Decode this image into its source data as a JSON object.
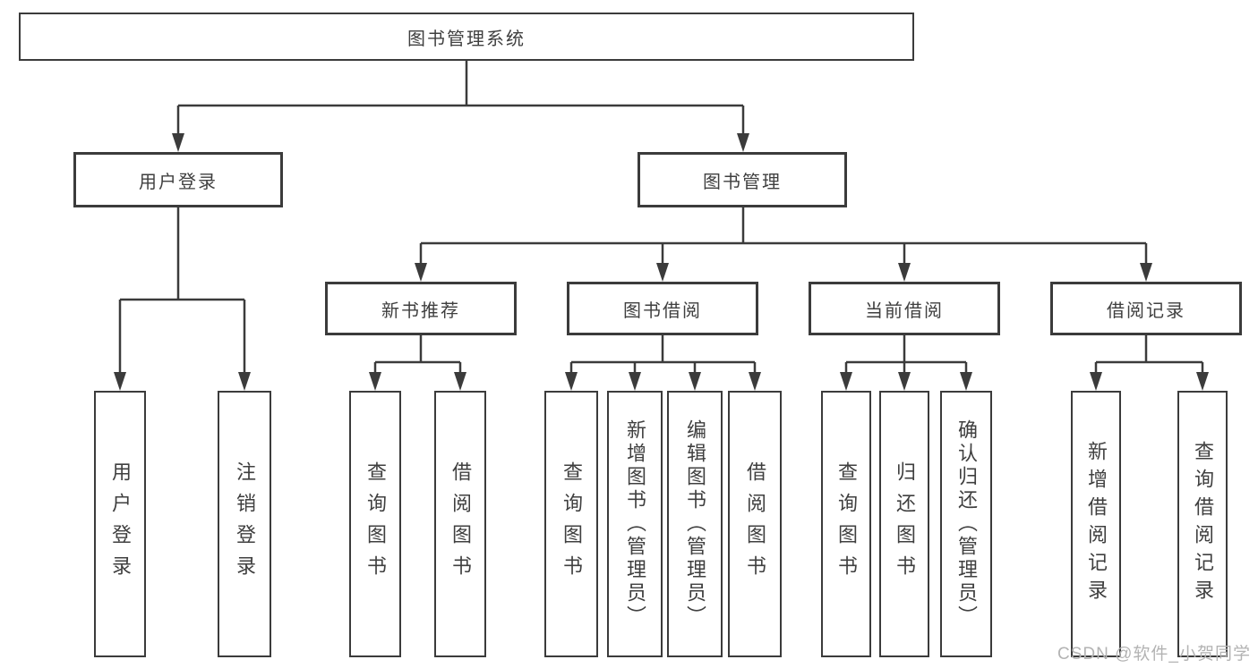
{
  "diagram": {
    "root": {
      "label": "图书管理系统"
    },
    "level2": [
      {
        "label": "用户登录"
      },
      {
        "label": "图书管理"
      }
    ],
    "level3": [
      {
        "label": "新书推荐"
      },
      {
        "label": "图书借阅"
      },
      {
        "label": "当前借阅"
      },
      {
        "label": "借阅记录"
      }
    ],
    "leaves": {
      "user_login": [
        {
          "label": "用户登录"
        },
        {
          "label": "注销登录"
        }
      ],
      "new_book": [
        {
          "label": "查询图书"
        },
        {
          "label": "借阅图书"
        }
      ],
      "book_borrow": [
        {
          "label": "查询图书"
        },
        {
          "label": "新增图书（管理员）"
        },
        {
          "label": "编辑图书（管理员）"
        },
        {
          "label": "借阅图书"
        }
      ],
      "current_borrow": [
        {
          "label": "查询图书"
        },
        {
          "label": "归还图书"
        },
        {
          "label": "确认归还（管理员）"
        }
      ],
      "borrow_records": [
        {
          "label": "新增借阅记录"
        },
        {
          "label": "查询借阅记录"
        }
      ]
    },
    "watermark": "CSDN @软件_小贺同学",
    "colors": {
      "line": "#3b3b3b",
      "text": "#3f3f3f",
      "background": "#ffffff",
      "watermark": "#b3b3b3"
    }
  }
}
